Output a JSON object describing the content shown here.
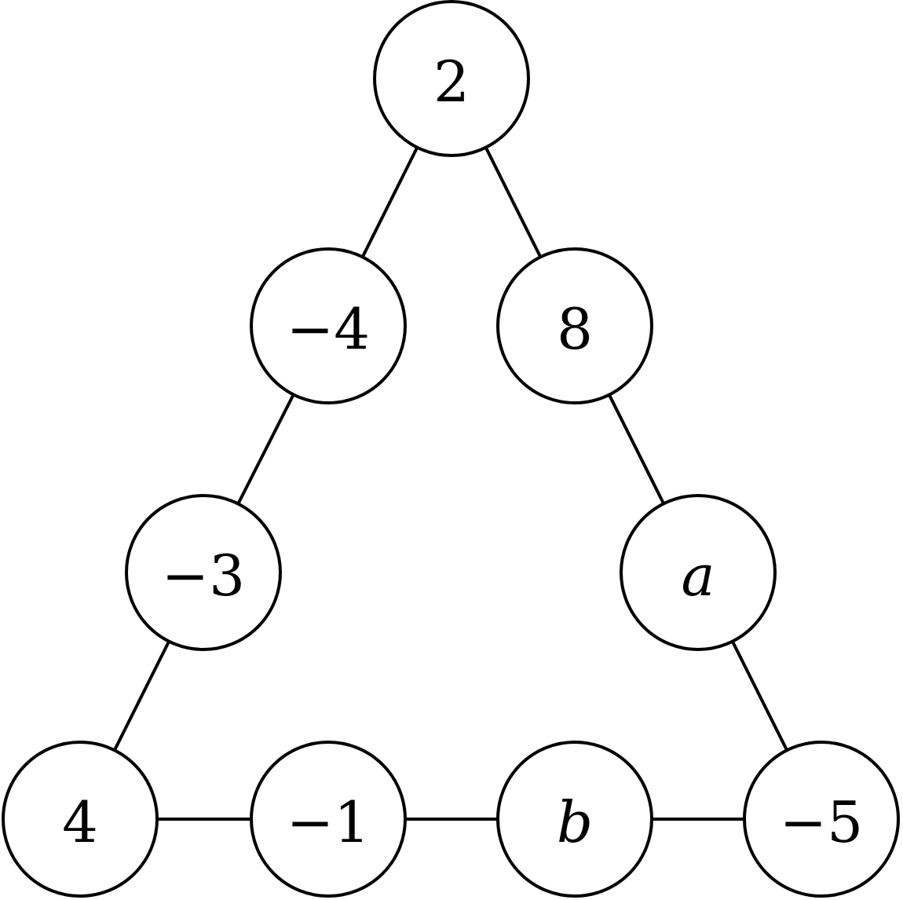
{
  "nodes": [
    {
      "id": "top",
      "label": "2"
    },
    {
      "id": "left-1",
      "label": "−4"
    },
    {
      "id": "right-1",
      "label": "8"
    },
    {
      "id": "left-2",
      "label": "−3"
    },
    {
      "id": "right-2",
      "label": "a",
      "italic": true
    },
    {
      "id": "bottom-1",
      "label": "4"
    },
    {
      "id": "bottom-2",
      "label": "−1"
    },
    {
      "id": "bottom-3",
      "label": "b",
      "italic": true
    },
    {
      "id": "bottom-4",
      "label": "−5"
    }
  ],
  "edges": [
    [
      "top",
      "left-1"
    ],
    [
      "top",
      "right-1"
    ],
    [
      "left-1",
      "left-2"
    ],
    [
      "right-1",
      "right-2"
    ],
    [
      "left-2",
      "bottom-1"
    ],
    [
      "right-2",
      "bottom-4"
    ],
    [
      "bottom-1",
      "bottom-2"
    ],
    [
      "bottom-2",
      "bottom-3"
    ],
    [
      "bottom-3",
      "bottom-4"
    ]
  ]
}
